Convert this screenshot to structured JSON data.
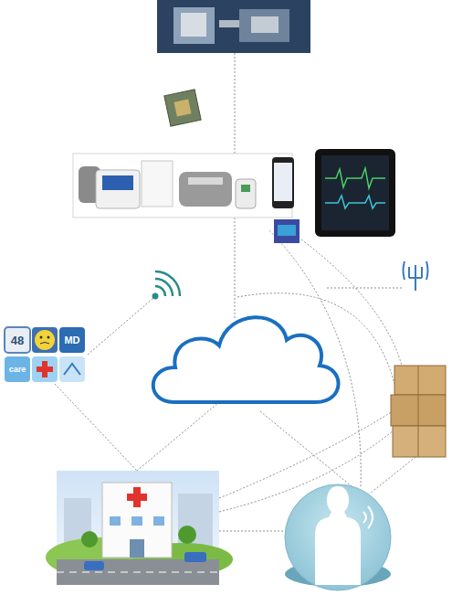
{
  "diagram": {
    "labels": [
      "48",
      "MD",
      "care"
    ]
  }
}
